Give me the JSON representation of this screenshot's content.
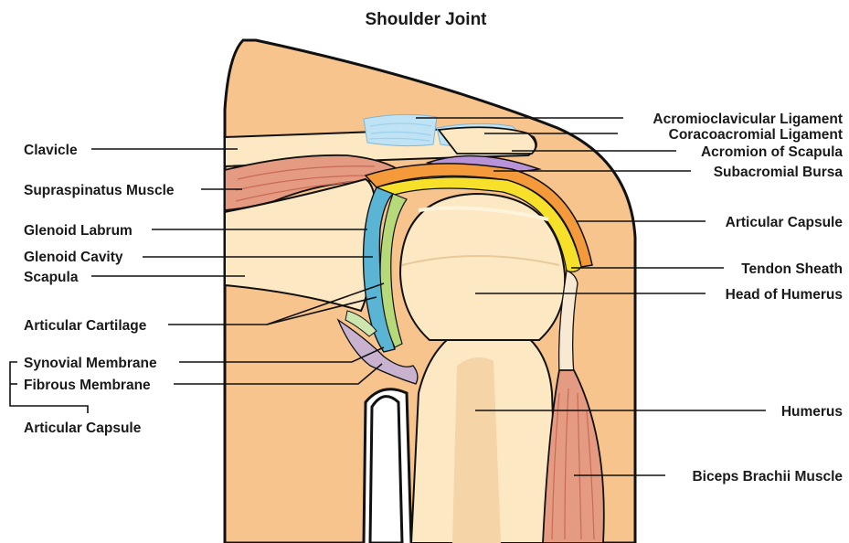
{
  "title": "Shoulder Joint",
  "labels": {
    "left": {
      "clavicle": "Clavicle",
      "supraspinatus": "Supraspinatus Muscle",
      "glenoid_labrum": "Glenoid Labrum",
      "glenoid_cavity": "Glenoid Cavity",
      "scapula": "Scapula",
      "articular_cartilage": "Articular Cartilage",
      "synovial_membrane": "Synovial Membrane",
      "fibrous_membrane": "Fibrous Membrane",
      "articular_capsule_group": "Articular Capsule"
    },
    "right": {
      "acromioclavicular": "Acromioclavicular Ligament",
      "coracoacromial": "Coracoacromial Ligament",
      "acromion": "Acromion of Scapula",
      "subacromial_bursa": "Subacromial Bursa",
      "articular_capsule": "Articular Capsule",
      "tendon_sheath": "Tendon Sheath",
      "head_of_humerus": "Head of Humerus",
      "humerus": "Humerus",
      "biceps_brachii": "Biceps Brachii Muscle"
    }
  },
  "colors": {
    "skin": "#f7c48e",
    "outline": "#111111",
    "bone": "#fde8c4",
    "bone_light": "#fff3dc",
    "marrow": "#f5d4a8",
    "muscle": "#e59a82",
    "muscle_stripe": "#c96a55",
    "ligament": "#bfe3f5",
    "bursa": "#b893d8",
    "capsule": "#f59a3a",
    "tendon_sheath": "#f7e02a",
    "cartilage": "#b6d97a",
    "labrum": "#5ab4d4",
    "membrane": "#c8b2d0"
  }
}
